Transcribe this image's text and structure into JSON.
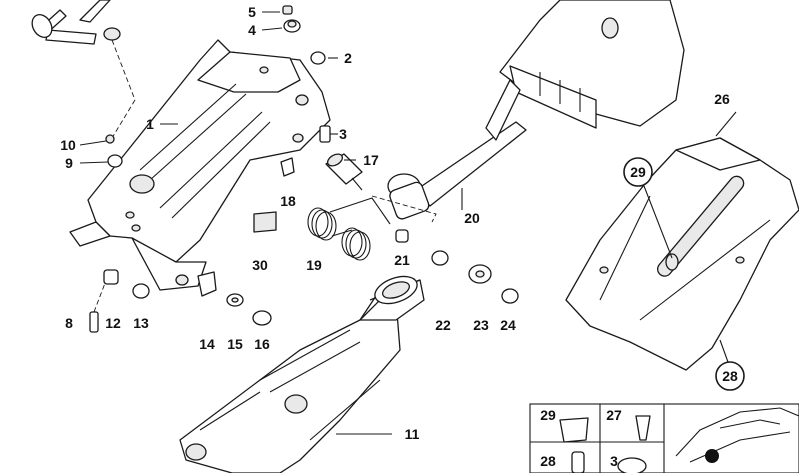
{
  "callouts": {
    "c1": "1",
    "c2": "2",
    "c3": "3",
    "c4": "4",
    "c5": "5",
    "c8": "8",
    "c9": "9",
    "c10": "10",
    "c11": "11",
    "c12": "12",
    "c13": "13",
    "c14": "14",
    "c15": "15",
    "c16": "16",
    "c17": "17",
    "c18": "18",
    "c19": "19",
    "c20": "20",
    "c21": "21",
    "c22": "22",
    "c23": "23",
    "c24": "24",
    "c26": "26",
    "c28": "28",
    "c29": "29",
    "c30": "30"
  },
  "inset": {
    "cells": [
      "29",
      "27",
      "28",
      "3"
    ]
  }
}
